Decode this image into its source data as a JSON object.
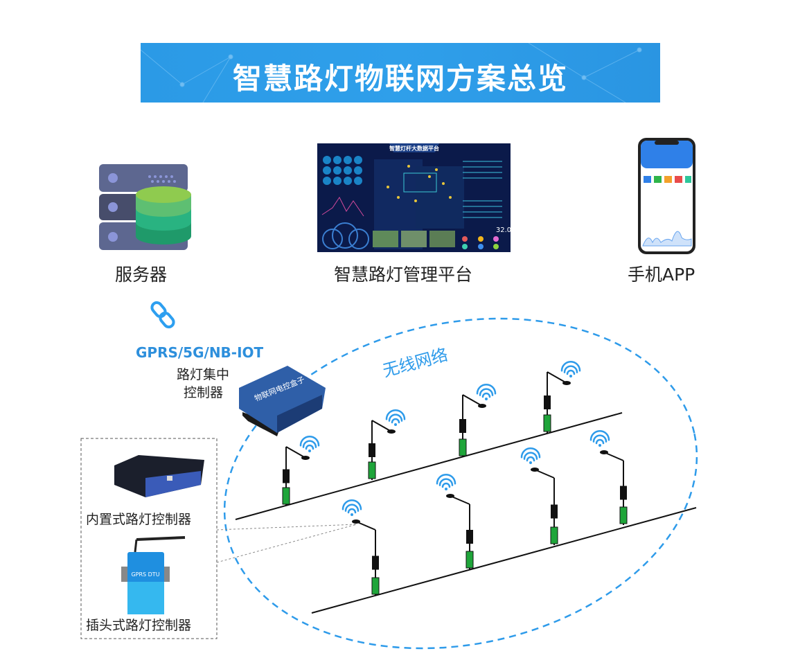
{
  "header": {
    "title": "智慧路灯物联网方案总览"
  },
  "top_row": {
    "server": {
      "label": "服务器",
      "icon": "server-database-icon"
    },
    "platform": {
      "label": "智慧路灯管理平台",
      "screen_title": "智慧灯杆大数据平台",
      "screen_value": "32.0"
    },
    "app": {
      "label": "手机APP"
    }
  },
  "network": {
    "protocol": "GPRS/5G/NB-IOT",
    "concentrator_label_1": "路灯集中",
    "concentrator_label_2": "控制器",
    "concentrator_device_text": "物联网电控盒子",
    "wireless_label": "无线网络"
  },
  "controllers": {
    "builtin": {
      "label": "内置式路灯控制器"
    },
    "plugin": {
      "label": "插头式路灯控制器",
      "device_text": "GPRS DTU"
    }
  },
  "colors": {
    "accent": "#2d8fdc",
    "banner": "#2f9fea",
    "pole_green": "#1fa53a"
  }
}
